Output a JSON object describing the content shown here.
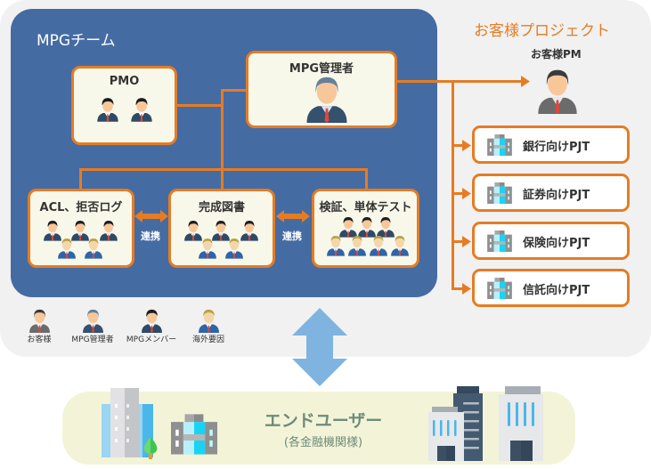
{
  "mpg_team": {
    "title": "MPGチーム",
    "pmo": {
      "title": "PMO",
      "members": 2
    },
    "manager": {
      "title": "MPG管理者"
    },
    "groups": [
      {
        "title": "ACL、拒否ログ",
        "mpg_members": 3,
        "overseas_members": 2
      },
      {
        "title": "完成図書",
        "mpg_members": 3,
        "overseas_members": 2
      },
      {
        "title": "検証、単体テスト",
        "mpg_members": 3,
        "overseas_members": 4
      }
    ],
    "link_label": "連携"
  },
  "customer_project": {
    "title": "お客様プロジェクト",
    "pm_label": "お客様PM",
    "projects": [
      {
        "label": "銀行向けPJT"
      },
      {
        "label": "証券向けPJT"
      },
      {
        "label": "保険向けPJT"
      },
      {
        "label": "信託向けPJT"
      }
    ]
  },
  "legend": [
    {
      "label": "お客様",
      "icon": "customer-person-icon"
    },
    {
      "label": "MPG管理者",
      "icon": "manager-person-icon"
    },
    {
      "label": "MPGメンバー",
      "icon": "member-person-icon"
    },
    {
      "label": "海外要因",
      "icon": "overseas-person-icon"
    }
  ],
  "end_user": {
    "title": "エンドユーザー",
    "subtitle": "(各金融機関様)"
  },
  "colors": {
    "accent_orange": "#e57c24",
    "team_blue": "#456ba3",
    "arrow_blue": "#7fb4e0",
    "enduser_bg": "#f3f4d7"
  }
}
